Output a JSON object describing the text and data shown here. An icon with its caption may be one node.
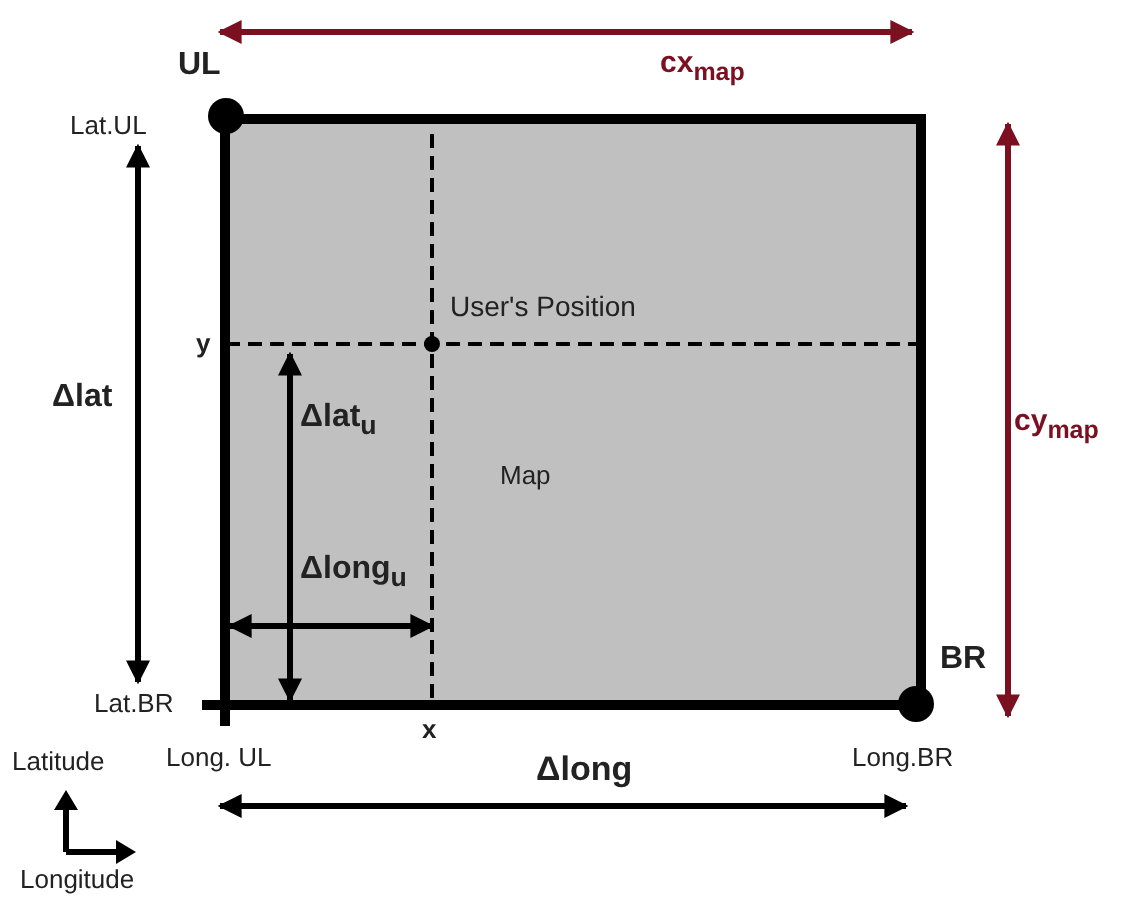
{
  "diagram": {
    "nodes": [
      {
        "text": [
          "Map"
        ]
      }
    ],
    "labels": [
      "UL",
      "cx$_{map}$",
      "Lat.UL",
      "User's Position",
      "y",
      "Δlat",
      "Δlat$_{u}$",
      "cy$_{map}$",
      "Δlong$_{u}$",
      "BR",
      "Lat.BR",
      "x",
      "Long. UL",
      "Long.BR",
      "Δlong",
      "Latitude",
      "Longitude"
    ]
  }
}
